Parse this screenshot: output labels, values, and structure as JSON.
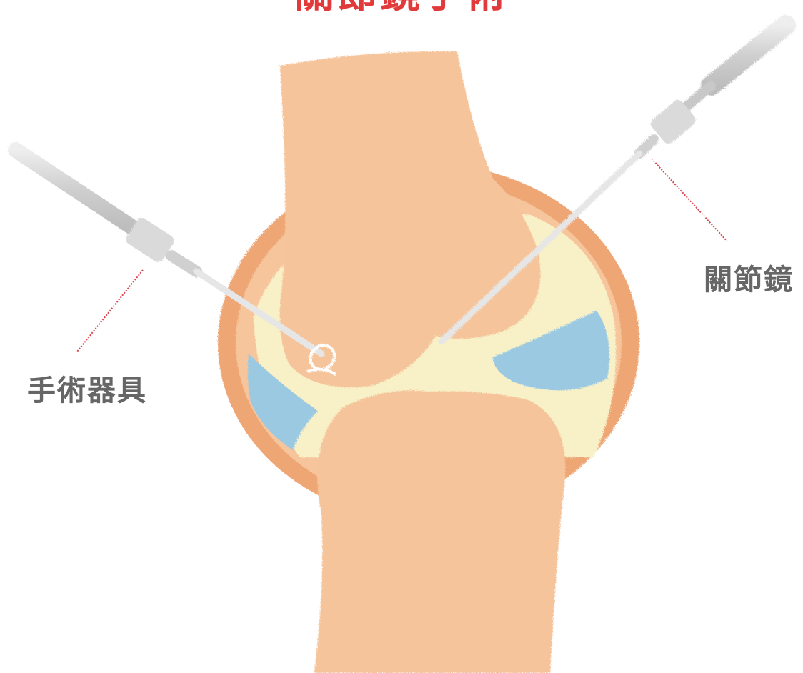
{
  "title": "關節鏡手術",
  "labels": {
    "instrument": "手術器具",
    "arthroscope": "關節鏡"
  },
  "colors": {
    "title": "#e23a3a",
    "label_text": "#666666",
    "leader_line": "#d9464e",
    "bone": "#f6c49a",
    "capsule": "#eeaa7a",
    "cartilage": "#f8f1c8",
    "meniscus": "#9cc9e2",
    "instrument_metal": "#d6d6d6"
  }
}
